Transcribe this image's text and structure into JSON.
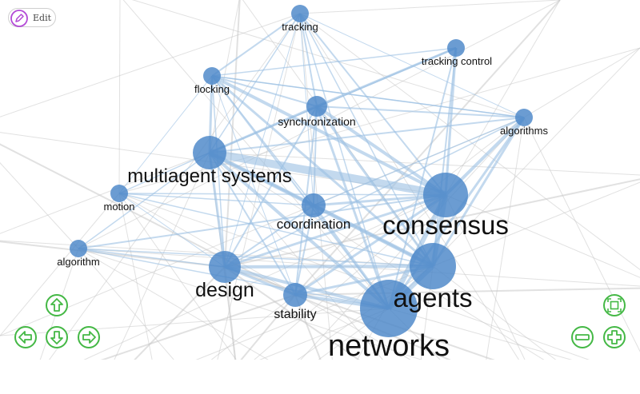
{
  "toolbar": {
    "edit_label": "Edit"
  },
  "colors": {
    "node": "#4a86c8",
    "edge_blue": "#9bbfe3",
    "edge_gray": "#c8c8c8",
    "nav_green": "#44b845",
    "edit_purple": "#b34ad6"
  },
  "network": {
    "nodes": [
      {
        "id": "tracking",
        "label": "tracking"
      },
      {
        "id": "tracking_control",
        "label": "tracking control"
      },
      {
        "id": "flocking",
        "label": "flocking"
      },
      {
        "id": "synchronization",
        "label": "synchronization"
      },
      {
        "id": "algorithms",
        "label": "algorithms"
      },
      {
        "id": "multiagent_systems",
        "label": "multiagent systems"
      },
      {
        "id": "motion",
        "label": "motion"
      },
      {
        "id": "coordination",
        "label": "coordination"
      },
      {
        "id": "consensus",
        "label": "consensus"
      },
      {
        "id": "algorithm",
        "label": "algorithm"
      },
      {
        "id": "design",
        "label": "design"
      },
      {
        "id": "stability",
        "label": "stability"
      },
      {
        "id": "agents",
        "label": "agents"
      },
      {
        "id": "networks",
        "label": "networks"
      }
    ]
  },
  "navigation": {
    "up": "arrow-up-icon",
    "left": "arrow-left-icon",
    "down": "arrow-down-icon",
    "right": "arrow-right-icon",
    "fit": "fit-view-icon",
    "zoom_out": "zoom-out-icon",
    "zoom_in": "zoom-in-icon"
  }
}
